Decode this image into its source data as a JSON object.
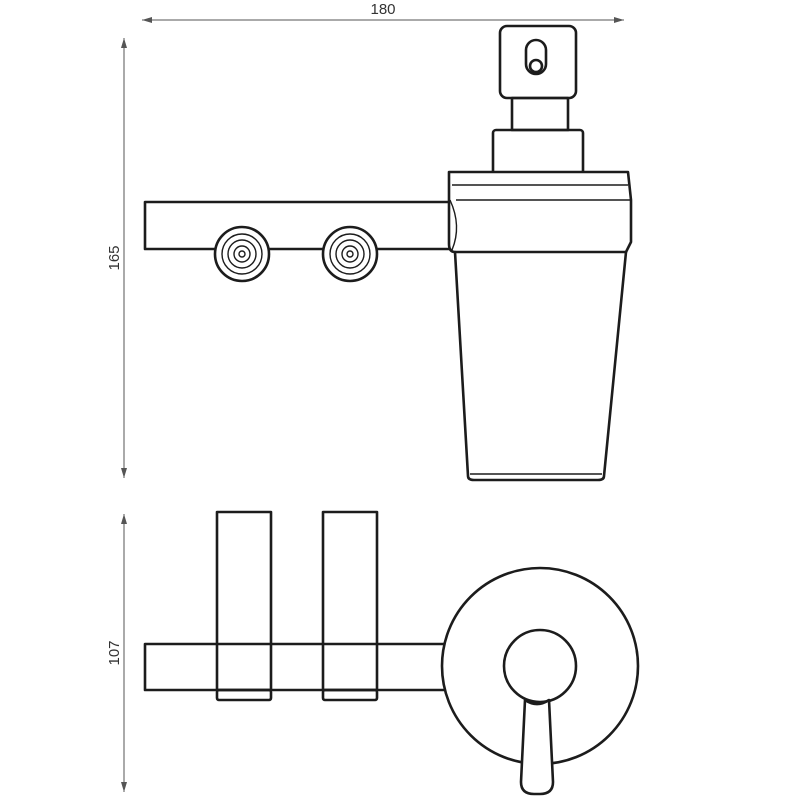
{
  "dimensions": {
    "width_label": "180",
    "height_front_label": "165",
    "height_top_label": "107"
  },
  "colors": {
    "line": "#1c1c1c",
    "dimension": "#555555",
    "background": "#ffffff"
  }
}
